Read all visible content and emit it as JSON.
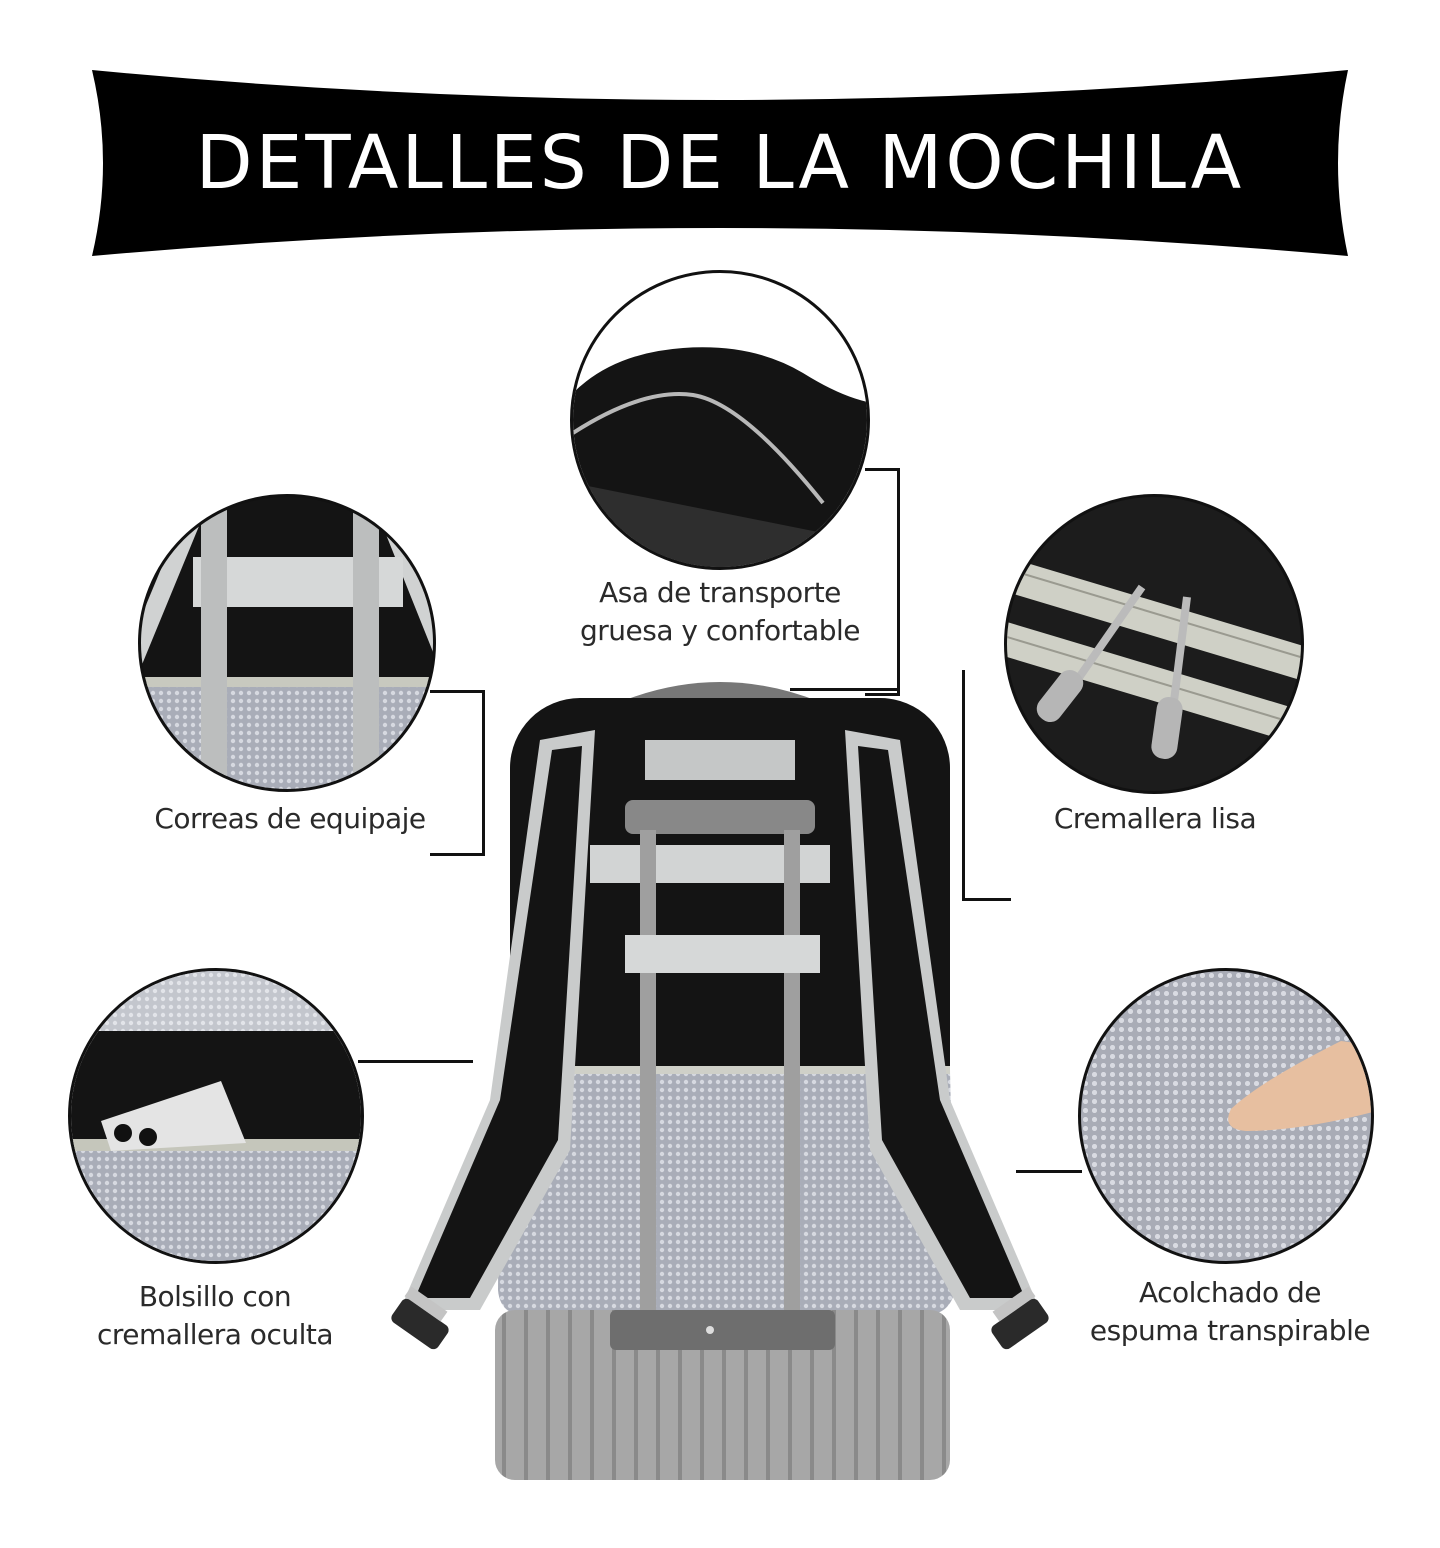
{
  "banner": {
    "title": "DETALLES DE LA MOCHILA"
  },
  "features": [
    {
      "id": "handle",
      "label_line1": "Asa de transporte",
      "label_line2": "gruesa y confortable"
    },
    {
      "id": "luggage-strap",
      "label_line1": "Correas de equipaje"
    },
    {
      "id": "zipper",
      "label_line1": "Cremallera lisa"
    },
    {
      "id": "hidden-pocket",
      "label_line1": "Bolsillo con",
      "label_line2": "cremallera oculta"
    },
    {
      "id": "foam-padding",
      "label_line1": "Acolchado de",
      "label_line2": "espuma transpirable"
    }
  ],
  "colors": {
    "bag": "#141414",
    "trim": "#c9cbcb",
    "mesh": "#a9acb6",
    "suitcase": "#9a9a9a",
    "banner": "#000000"
  }
}
